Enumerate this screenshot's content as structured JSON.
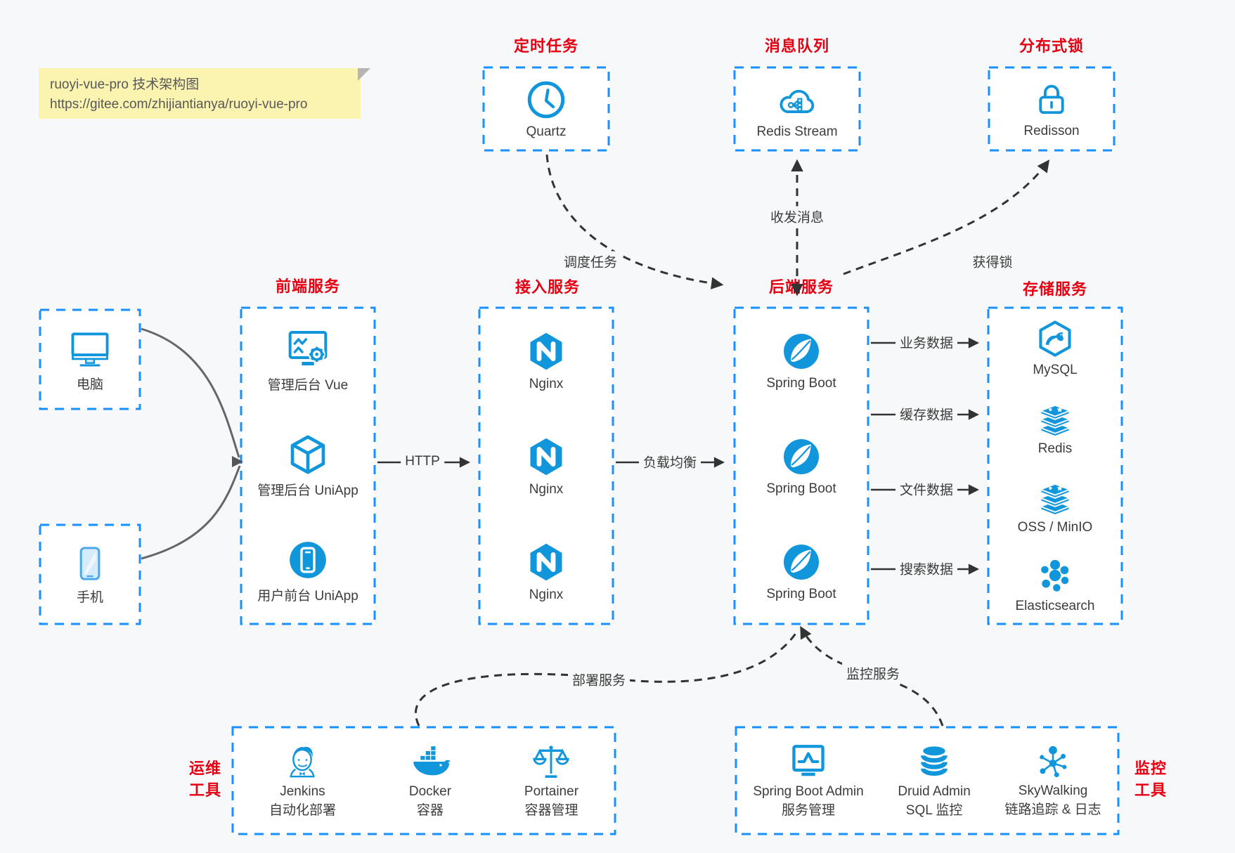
{
  "note": {
    "line1": "ruoyi-vue-pro 技术架构图",
    "line2": "https://gitee.com/zhijiantianya/ruoyi-vue-pro"
  },
  "colors": {
    "background": "#f7f8f9",
    "box_border_blue": "#1890ff",
    "icon_blue": "#1296db",
    "title_red": "#e60012",
    "arrow_black": "#333333",
    "client_arrow_gray": "#666666",
    "note_bg": "#fbf3b0"
  },
  "top_services": [
    {
      "title": "定时任务",
      "label": "Quartz",
      "icon": "clock-icon"
    },
    {
      "title": "消息队列",
      "label": "Redis Stream",
      "icon": "cloud-share-icon"
    },
    {
      "title": "分布式锁",
      "label": "Redisson",
      "icon": "lock-icon"
    }
  ],
  "clients": [
    {
      "label": "电脑",
      "icon": "desktop-icon"
    },
    {
      "label": "手机",
      "icon": "phone-icon"
    }
  ],
  "frontend": {
    "title": "前端服务",
    "items": [
      {
        "label": "管理后台 Vue",
        "icon": "admin-vue-icon"
      },
      {
        "label": "管理后台 UniApp",
        "icon": "uniapp-cube-icon"
      },
      {
        "label": "用户前台 UniApp",
        "icon": "mobile-app-icon"
      }
    ]
  },
  "access": {
    "title": "接入服务",
    "items": [
      {
        "label": "Nginx",
        "icon": "nginx-icon"
      },
      {
        "label": "Nginx",
        "icon": "nginx-icon"
      },
      {
        "label": "Nginx",
        "icon": "nginx-icon"
      }
    ]
  },
  "backend": {
    "title": "后端服务",
    "items": [
      {
        "label": "Spring Boot",
        "icon": "spring-icon"
      },
      {
        "label": "Spring Boot",
        "icon": "spring-icon"
      },
      {
        "label": "Spring Boot",
        "icon": "spring-icon"
      }
    ]
  },
  "storage": {
    "title": "存储服务",
    "items": [
      {
        "label": "MySQL",
        "icon": "mysql-icon"
      },
      {
        "label": "Redis",
        "icon": "redis-stack-icon"
      },
      {
        "label": "OSS / MinIO",
        "icon": "storage-stack-icon"
      },
      {
        "label": "Elasticsearch",
        "icon": "elasticsearch-icon"
      }
    ]
  },
  "ops": {
    "side_label_line1": "运维",
    "side_label_line2": "工具",
    "items": [
      {
        "line1": "Jenkins",
        "line2": "自动化部署",
        "icon": "jenkins-icon"
      },
      {
        "line1": "Docker",
        "line2": "容器",
        "icon": "docker-icon"
      },
      {
        "line1": "Portainer",
        "line2": "容器管理",
        "icon": "portainer-icon"
      }
    ]
  },
  "monitoring": {
    "side_label_line1": "监控",
    "side_label_line2": "工具",
    "items": [
      {
        "line1": "Spring Boot Admin",
        "line2": "服务管理",
        "icon": "monitor-chart-icon"
      },
      {
        "line1": "Druid Admin",
        "line2": "SQL 监控",
        "icon": "database-icon"
      },
      {
        "line1": "SkyWalking",
        "line2": "链路追踪 & 日志",
        "icon": "topology-icon"
      }
    ]
  },
  "arrow_labels": {
    "schedule": "调度任务",
    "message": "收发消息",
    "lock": "获得锁",
    "http": "HTTP",
    "load_balance": "负载均衡",
    "business_data": "业务数据",
    "cache_data": "缓存数据",
    "file_data": "文件数据",
    "search_data": "搜索数据",
    "deploy": "部署服务",
    "monitor": "监控服务"
  }
}
